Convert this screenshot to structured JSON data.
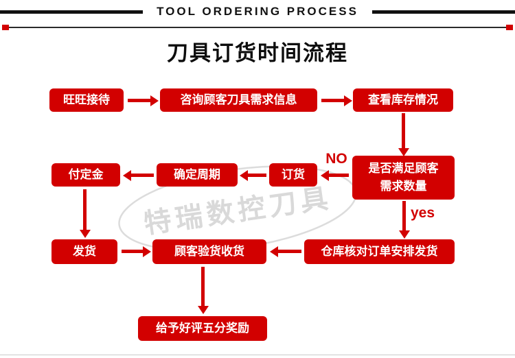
{
  "banner": {
    "text": "TOOL ORDERING PROCESS"
  },
  "title": {
    "text": "刀具订货时间流程"
  },
  "watermark": {
    "text": "特瑞数控刀具"
  },
  "colors": {
    "accent": "#d20000",
    "banner_bar": "#111111",
    "watermark": "#d9d9d9"
  },
  "flow": {
    "nodes": [
      {
        "id": "reception",
        "label": "旺旺接待"
      },
      {
        "id": "consult",
        "label": "咨询顾客刀具需求信息"
      },
      {
        "id": "check_stock",
        "label": "查看库存情况"
      },
      {
        "id": "meet_demand",
        "label": "是否满足顾客需求数量"
      },
      {
        "id": "order",
        "label": "订货"
      },
      {
        "id": "cycle",
        "label": "确定周期"
      },
      {
        "id": "deposit",
        "label": "付定金"
      },
      {
        "id": "ship",
        "label": "发货"
      },
      {
        "id": "inspect",
        "label": "顾客验货收货"
      },
      {
        "id": "warehouse",
        "label": "仓库核对订单安排发货"
      },
      {
        "id": "review",
        "label": "给予好评五分奖励"
      }
    ],
    "edge_labels": {
      "no": "NO",
      "yes": "yes"
    }
  }
}
